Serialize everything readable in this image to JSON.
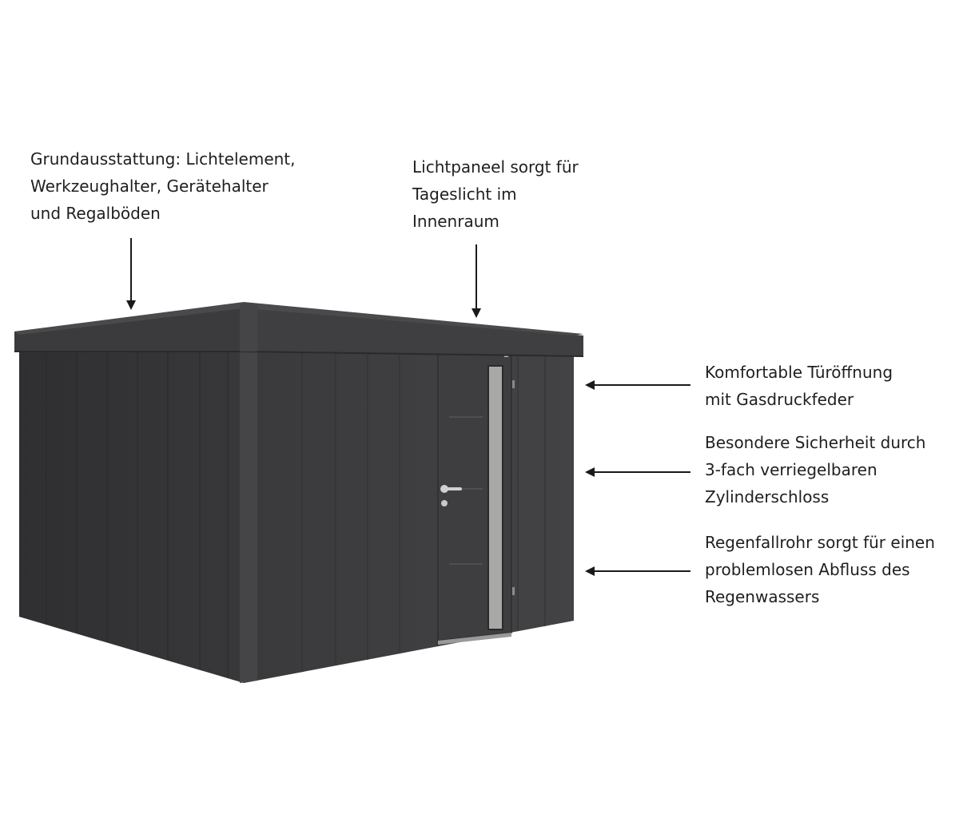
{
  "callouts": {
    "basic_equipment": {
      "lines": [
        "Grundausstattung: Lichtelement,",
        "Werkzeughalter, Gerätehalter",
        "und Regalböden"
      ]
    },
    "light_panel": {
      "lines": [
        "Lichtpaneel sorgt für",
        "Tageslicht im",
        "Innenraum"
      ]
    },
    "door_opening": {
      "lines": [
        "Komfortable Türöffnung",
        "mit Gasdruckfeder"
      ]
    },
    "security": {
      "lines": [
        "Besondere Sicherheit durch",
        "3-fach verriegelbaren",
        "Zylinderschloss"
      ]
    },
    "drainpipe": {
      "lines": [
        "Regenfallrohr sorgt für einen",
        "problemlosen Abfluss des",
        "Regenwassers"
      ]
    }
  },
  "colors": {
    "shed_body": "#3c3c3e",
    "shed_side": "#343436",
    "roof_edge": "#2c2c2e",
    "window_glass": "#a8a8a6",
    "handle": "#d0d0d0",
    "arrow": "#1a1a1a",
    "text": "#1f1f1f"
  },
  "icons": {
    "arrow_down": "arrow-down-icon",
    "arrow_left": "arrow-left-icon"
  }
}
